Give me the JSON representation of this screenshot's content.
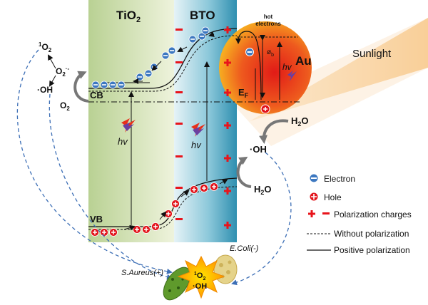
{
  "panels": {
    "tio2_label": "TiO",
    "tio2_sub": "2",
    "bto_label": "BTO",
    "au_label": "Au"
  },
  "light": {
    "sunlight": "Sunlight",
    "hv": "hv",
    "hot_electrons_1": "hot",
    "hot_electrons_2": "electrons",
    "phi_b": "ø",
    "phi_b_sub": "b"
  },
  "levels": {
    "cb": "CB",
    "vb": "VB",
    "ef": "E",
    "ef_sub": "F"
  },
  "species": {
    "singlet_o2_sup": "1",
    "singlet_o2": "O",
    "singlet_o2_sub": "2",
    "superoxide": "O",
    "superoxide_sub": "2",
    "superoxide_sup": "·-",
    "hydroxyl_left": "·OH",
    "o2": "O",
    "o2_sub": "2",
    "h2o_top": "H",
    "h2o_top_sub": "2",
    "h2o_top_end": "O",
    "hydroxyl_right": "·OH",
    "h2o_bottom": "H",
    "h2o_bottom_sub": "2",
    "h2o_bottom_end": "O"
  },
  "bacteria": {
    "s_aureus": "S.Aureus(+)",
    "e_coli": "E.Coli(-)",
    "center_o2": "O",
    "center_o2_sup": "1",
    "center_o2_sub": "2",
    "center_oh": "·OH"
  },
  "legend": {
    "electron": "Electron",
    "hole": "Hole",
    "polarization": "Polarization charges",
    "without": "Without polarization",
    "positive": "Positive polarization"
  },
  "colors": {
    "tio2_bg": "#c9dca6",
    "bto_bg": "#5fb2c9",
    "au_core": "#e8281c",
    "au_edge": "#f7a21b",
    "electron": "#3d78c0",
    "hole": "#e2141b",
    "charge": "#e8141b",
    "dashed_arrow": "#3d6fb6"
  }
}
